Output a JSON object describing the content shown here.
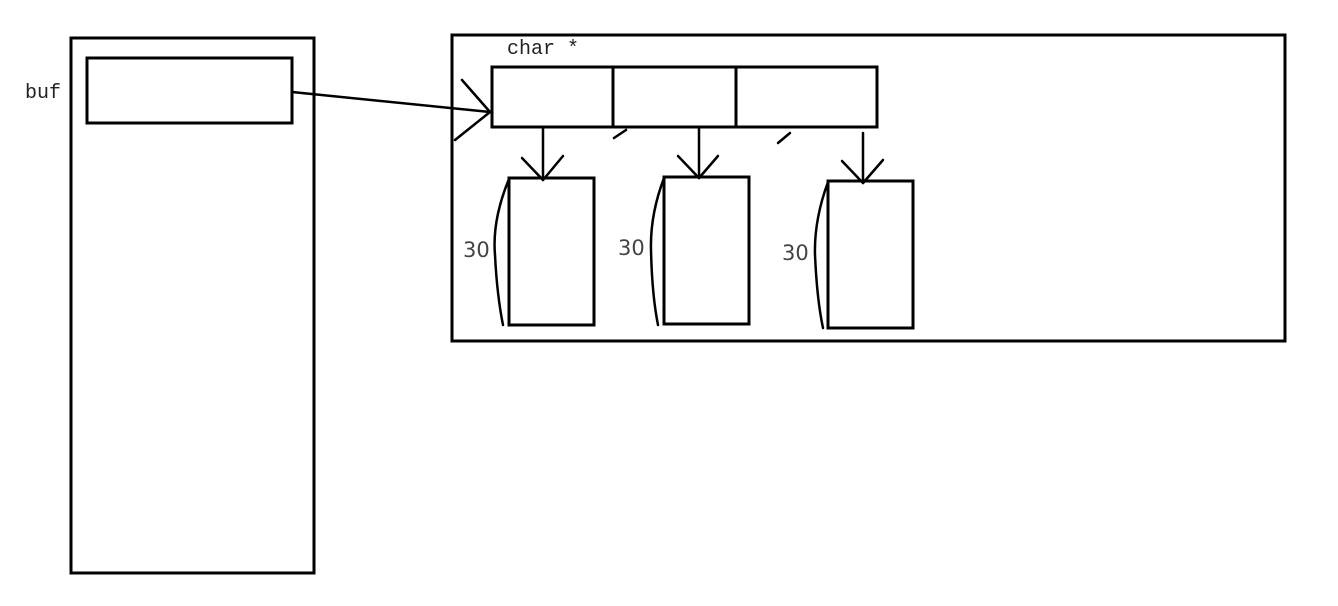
{
  "diagram": {
    "stack_variable_label": "buf",
    "pointer_array_type_label": "char *",
    "buffers": [
      {
        "size_label": "30"
      },
      {
        "size_label": "30"
      },
      {
        "size_label": "30"
      }
    ]
  }
}
